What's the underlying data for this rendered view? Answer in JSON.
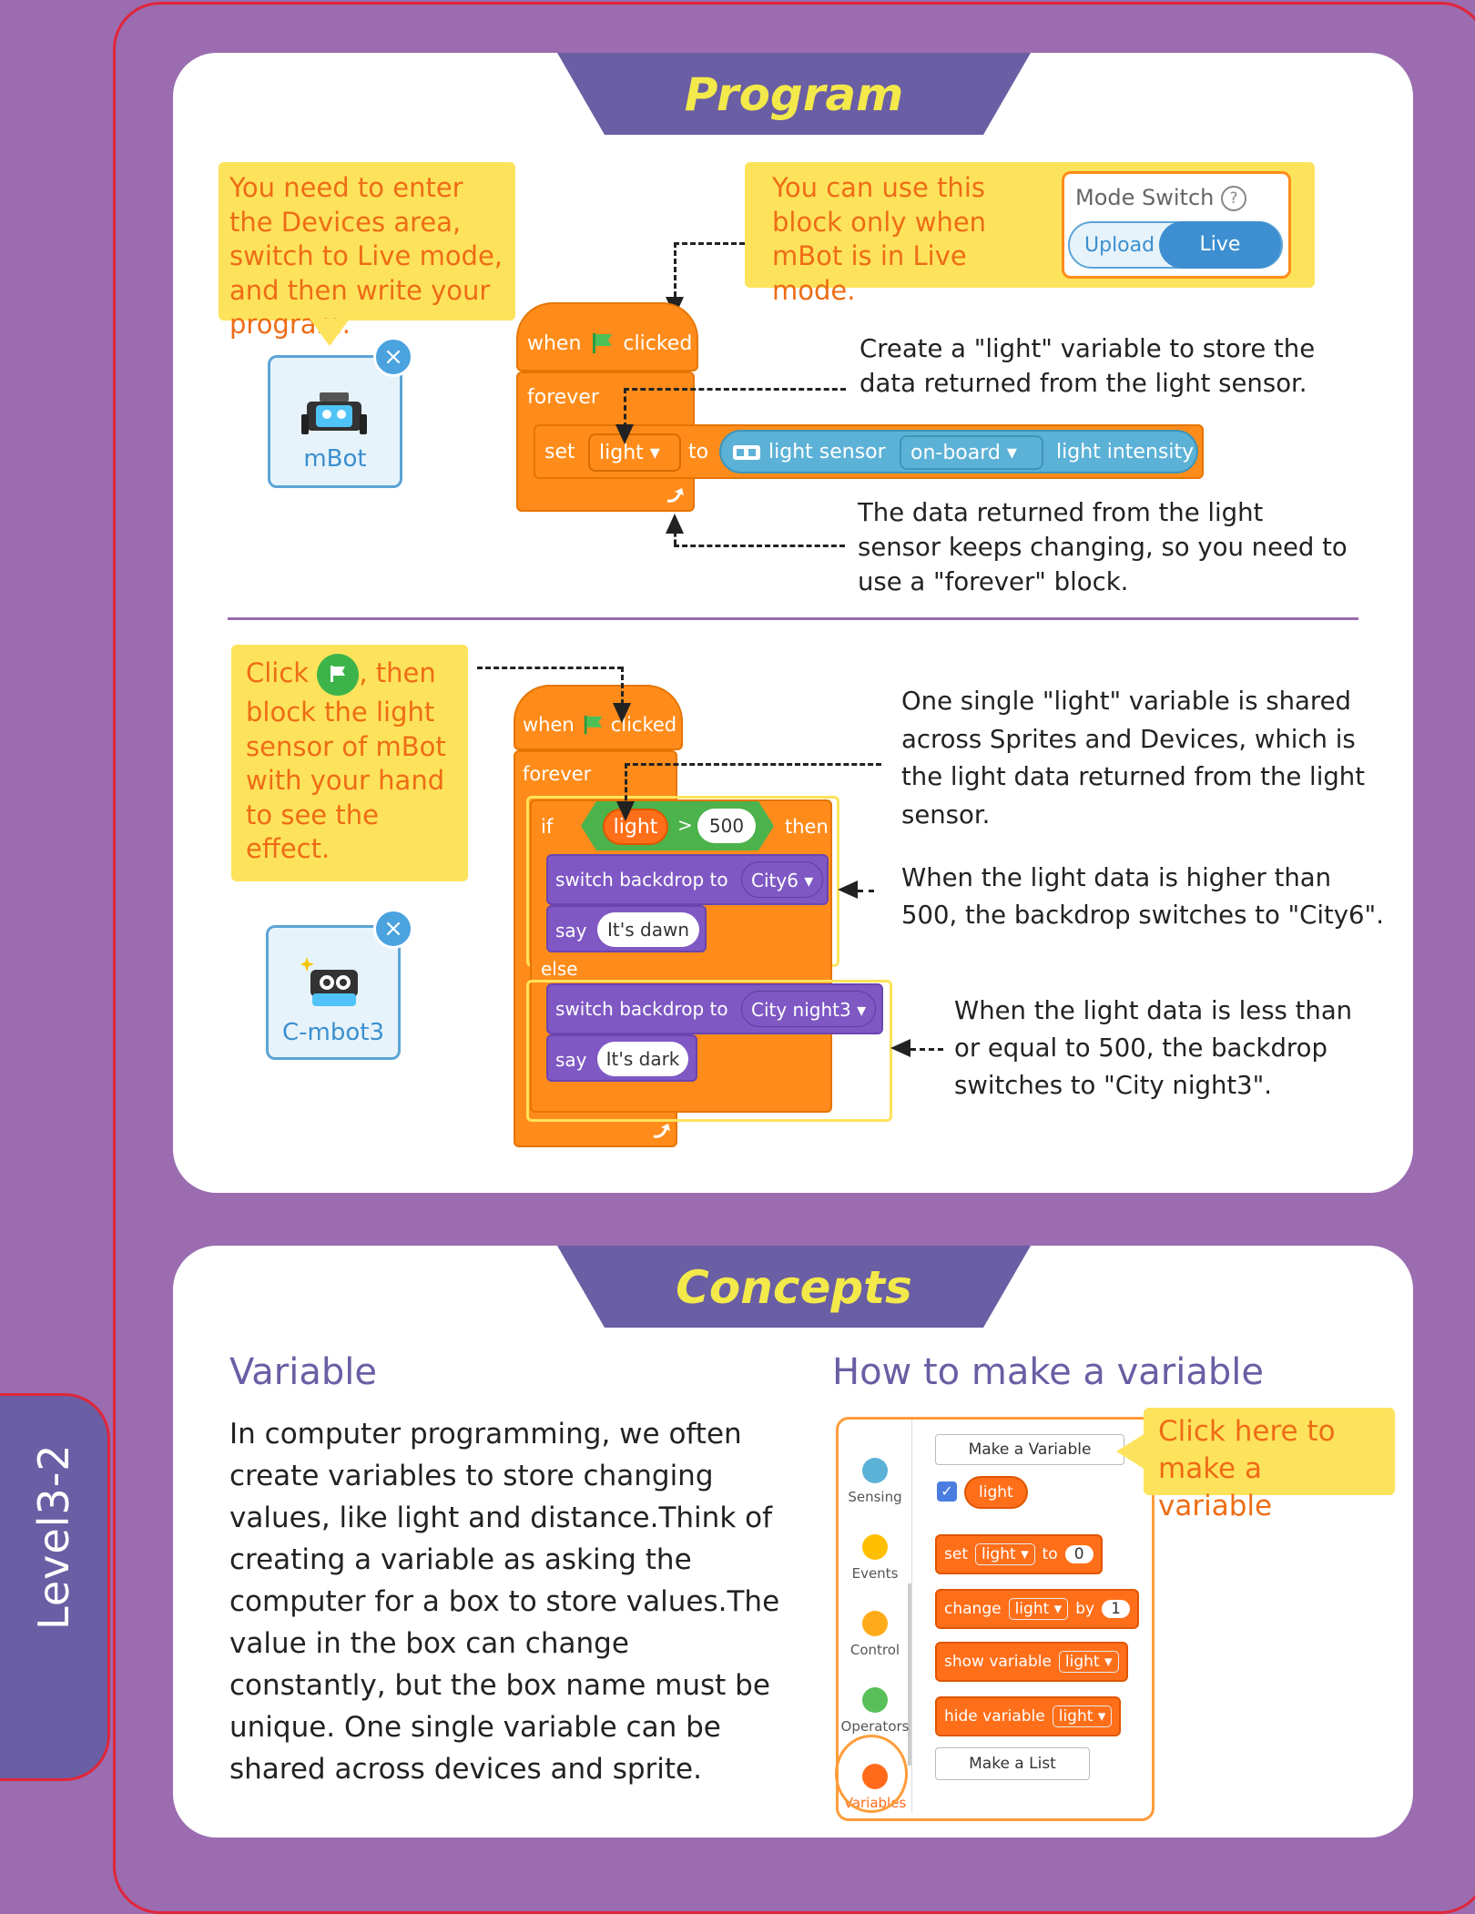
{
  "side_tab": {
    "label": "Level3-2"
  },
  "program": {
    "title": "Program",
    "note_enter_devices": "You need to enter the Devices area, switch to Live mode, and then write your program.",
    "note_live_only": "You can use this block only when mBot is in Live mode.",
    "mode_switch": {
      "title": "Mode Switch",
      "help_icon": "question-circle-icon",
      "upload": "Upload",
      "live": "Live"
    },
    "sprite_mbot": {
      "label": "mBot",
      "close_icon": "close-icon"
    },
    "block1": {
      "when": "when",
      "clicked": "clicked",
      "flag_icon": "green-flag-icon",
      "forever": "forever",
      "set": "set",
      "var": "light",
      "to": "to",
      "sensor_icon": "mbot-board-icon",
      "sensor": "light sensor",
      "board": "on-board",
      "intensity": "light intensity",
      "loop_icon": "loop-arrow-icon"
    },
    "desc_create_var": "Create a \"light\" variable to store the data returned from the light sensor.",
    "desc_forever": "The data returned from the light sensor keeps changing, so you need to use a \"forever\" block.",
    "note_click_flag_pre": "Click",
    "note_click_flag_post": ", then block the light sensor of mBot with your hand to see the effect.",
    "sprite_cmbot": {
      "label": "C-mbot3",
      "close_icon": "close-icon"
    },
    "block2": {
      "when": "when",
      "clicked": "clicked",
      "forever": "forever",
      "if": "if",
      "var": "light",
      "op": ">",
      "threshold": "500",
      "then": "then",
      "switch1": "switch backdrop to",
      "backdrop1": "City6",
      "say": "say",
      "say1": "It's dawn",
      "else": "else",
      "switch2": "switch backdrop to",
      "backdrop2": "City night3",
      "say2": "It's dark"
    },
    "desc_shared": "One single \"light\" variable is shared across Sprites and Devices, which is the light data returned from the light sensor.",
    "desc_higher": "When the light data is higher than 500, the backdrop switches to \"City6\".",
    "desc_lower": "When the light data is less than or equal to 500, the backdrop switches to \"City night3\"."
  },
  "concepts": {
    "title": "Concepts",
    "variable_heading": "Variable",
    "variable_text": "In computer programming, we often create variables to store changing values, like light and distance.Think of creating a variable as asking the computer for a box to store values.The value in the box can change constantly, but the box name must be unique. One single variable can be shared across devices and sprite.",
    "howto_heading": "How to make a variable",
    "palette": {
      "categories": [
        {
          "label": "Sensing",
          "color": "#5cb1d6"
        },
        {
          "label": "Events",
          "color": "#ffbf00"
        },
        {
          "label": "Control",
          "color": "#ffab19"
        },
        {
          "label": "Operators",
          "color": "#59c059"
        },
        {
          "label": "Variables",
          "color": "#ff6b1a"
        }
      ],
      "make_variable": "Make a Variable",
      "var_name": "light",
      "set": "set",
      "set_var": "light",
      "to": "to",
      "set_val": "0",
      "change": "change",
      "change_var": "light",
      "by": "by",
      "change_val": "1",
      "show": "show variable",
      "show_var": "light",
      "hide": "hide variable",
      "hide_var": "light",
      "make_list": "Make a List"
    },
    "click_note": "Click here to make a variable"
  }
}
